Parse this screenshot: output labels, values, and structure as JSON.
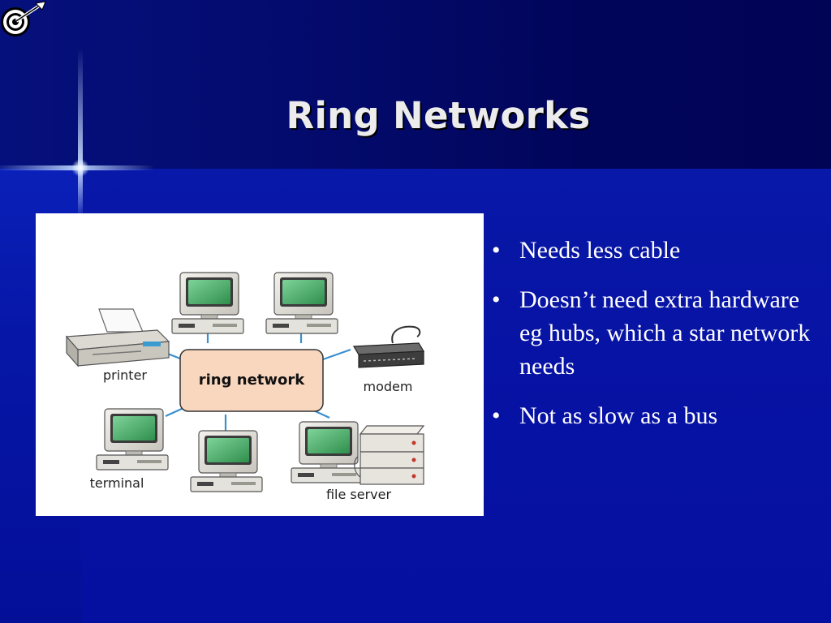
{
  "slide": {
    "title": "Ring Networks",
    "bullets": [
      {
        "text": "Needs less cable"
      },
      {
        "text": "Doesn’t need extra hardware eg hubs, which a star network needs"
      },
      {
        "text": "Not as slow as a bus"
      }
    ],
    "bullet_glyph": "•"
  },
  "diagram": {
    "center_label": "ring network",
    "labels": {
      "printer": "printer",
      "modem": "modem",
      "terminal": "terminal",
      "file_server": "file server"
    }
  },
  "icons": {
    "logo": "target-arrow-icon"
  },
  "colors": {
    "background": "#0713a4",
    "title": "#ececec",
    "ring_fill": "#f9d7bf",
    "screen": "#3fa55c",
    "link": "#3a8fd0"
  }
}
